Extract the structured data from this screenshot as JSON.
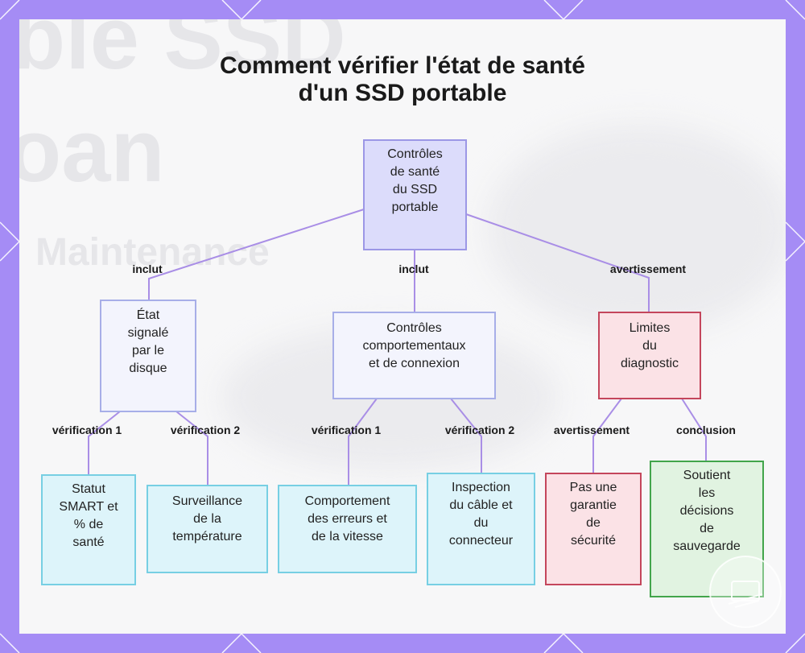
{
  "title": {
    "line1": "Comment vérifier l'état de santé",
    "line2": "d'un SSD portable"
  },
  "background_text": {
    "word1": "ble SSD",
    "word2": "oan",
    "word3": "Maintenance"
  },
  "nodes": {
    "root": [
      "Contrôles",
      "de santé",
      "du SSD",
      "portable"
    ],
    "etat": [
      "État",
      "signalé",
      "par le",
      "disque"
    ],
    "comport": [
      "Contrôles",
      "comportementaux",
      "et de connexion"
    ],
    "limites": [
      "Limites",
      "du",
      "diagnostic"
    ],
    "smart": [
      "Statut",
      "SMART et",
      "% de",
      "santé"
    ],
    "temp": [
      "Surveillance",
      "de la",
      "température"
    ],
    "erreurs": [
      "Comportement",
      "des erreurs et",
      "de la vitesse"
    ],
    "cable": [
      "Inspection",
      "du câble et",
      "du",
      "connecteur"
    ],
    "garantie": [
      "Pas une",
      "garantie",
      "de",
      "sécurité"
    ],
    "sauvegarde": [
      "Soutient",
      "les",
      "décisions",
      "de",
      "sauvegarde"
    ]
  },
  "edge_labels": {
    "root_etat": "inclut",
    "root_comport": "inclut",
    "root_limites": "avertissement",
    "etat_smart": "vérification 1",
    "etat_temp": "vérification 2",
    "comport_erreurs": "vérification 1",
    "comport_cable": "vérification 2",
    "limites_garantie": "avertissement",
    "limites_sauvegarde": "conclusion"
  },
  "colors": {
    "frame": "#a58cf5",
    "edge": "#a98ee6",
    "root_fill": "#dcdcfb",
    "leaf_fill": "#ddf4fa",
    "warn_fill": "#fbe2e6",
    "conclusion_fill": "#e1f3e1"
  }
}
